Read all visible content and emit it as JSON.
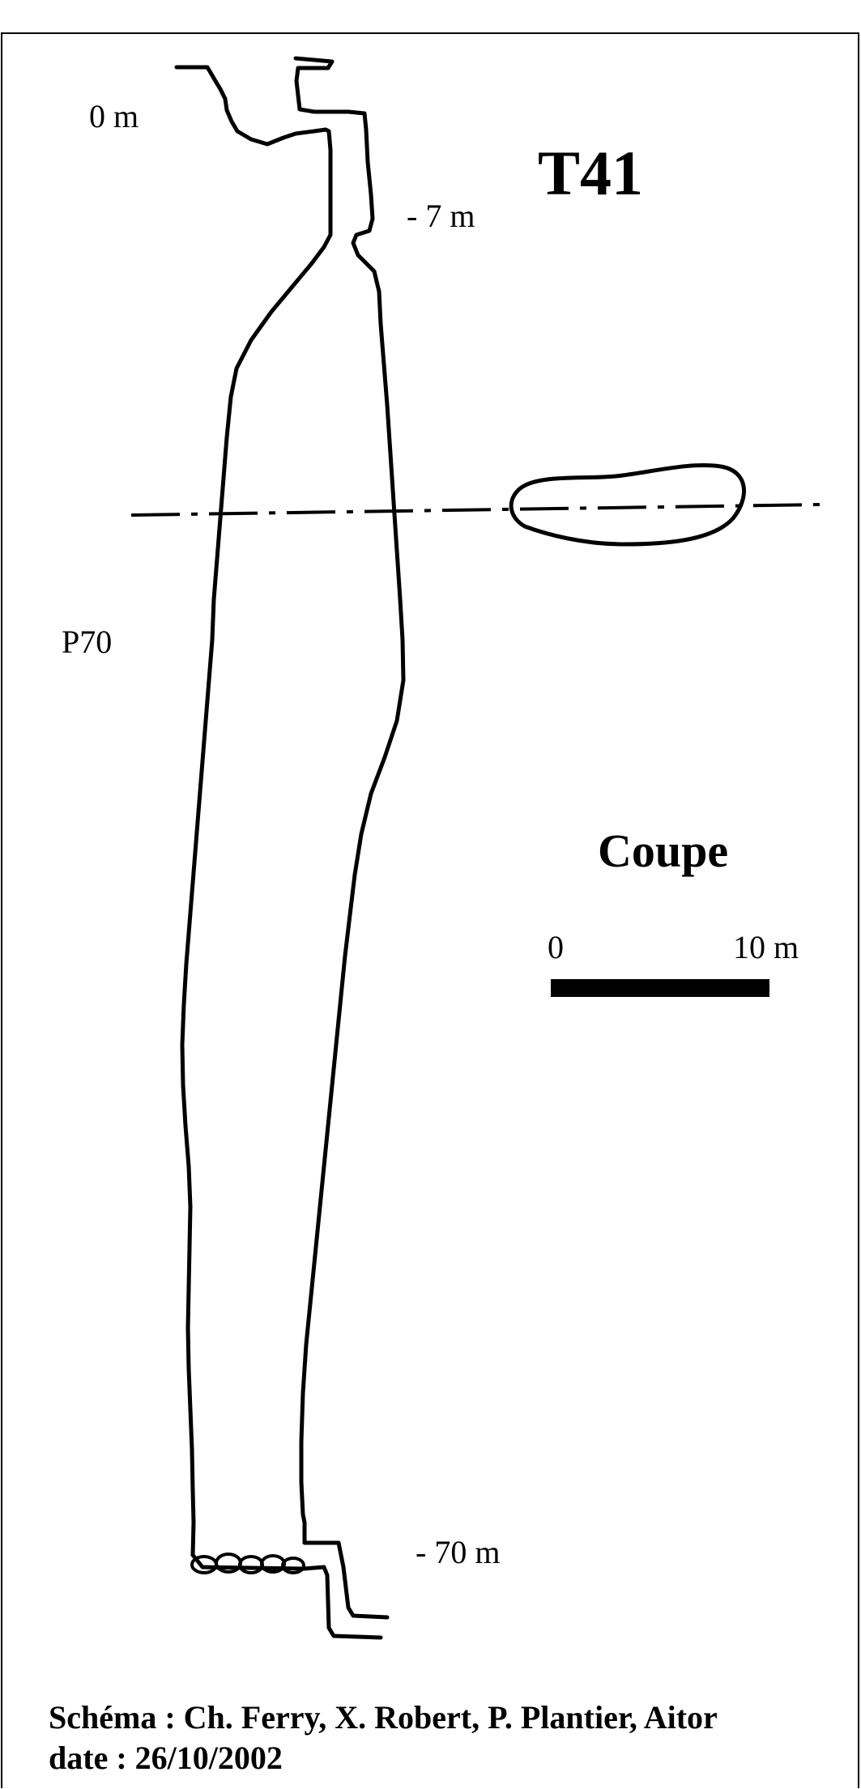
{
  "survey": {
    "cave_name": "T41",
    "section_label": "Coupe",
    "depth_labels": {
      "entrance": "0  m",
      "ledge": "- 7 m",
      "bottom": "- 70 m"
    },
    "pitch_label": "P70",
    "scale_bar": {
      "start_label": "0",
      "end_label": "10 m",
      "length_m": 10
    }
  },
  "credits": {
    "authors": "Schéma : Ch. Ferry, X. Robert, P. Plantier, Aitor",
    "date": "date : 26/10/2002"
  },
  "colors": {
    "ink": "#000000",
    "paper": "#ffffff"
  }
}
